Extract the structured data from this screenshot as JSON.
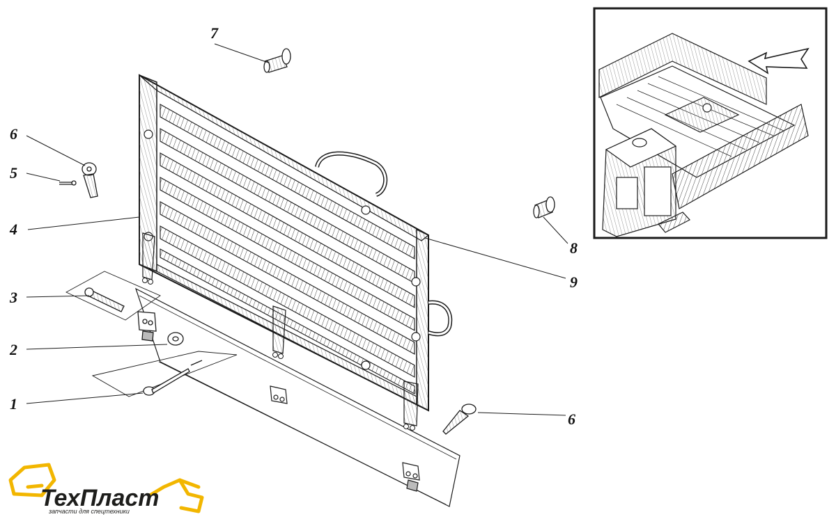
{
  "callouts": {
    "n7": "7",
    "n6a": "6",
    "n5": "5",
    "n4": "4",
    "n3": "3",
    "n2": "2",
    "n1": "1",
    "n8": "8",
    "n9": "9",
    "n6b": "6"
  },
  "logo": {
    "name": "ТехПласт",
    "tagline": "запчасти для спецтехники",
    "accent_color": "#f2b600"
  },
  "colors": {
    "line": "#1a1a1a",
    "shade": "#6e6e6e"
  }
}
